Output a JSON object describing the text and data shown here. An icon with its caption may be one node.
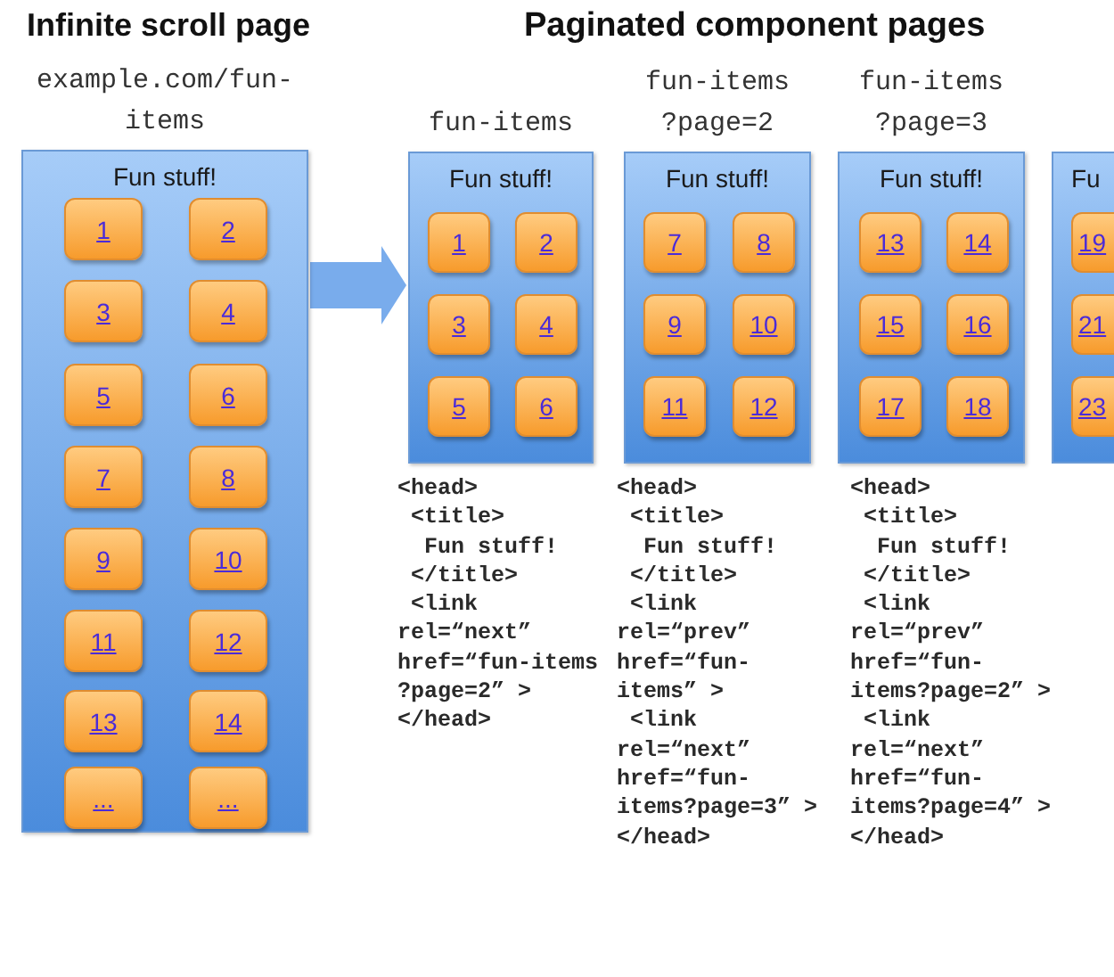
{
  "diagram": {
    "nodes": [
      {
        "text": [
          "example.com/fun-items",
          "Fun stuff!"
        ]
      },
      {
        "text": [
          "1"
        ],
        "in": 0
      },
      {
        "text": [
          "2"
        ],
        "in": 0
      },
      {
        "text": [
          "3"
        ],
        "in": 0
      },
      {
        "text": [
          "4"
        ],
        "in": 0
      },
      {
        "text": [
          "5"
        ],
        "in": 0
      },
      {
        "text": [
          "6"
        ],
        "in": 0
      },
      {
        "text": [
          "7"
        ],
        "in": 0
      },
      {
        "text": [
          "8"
        ],
        "in": 0
      },
      {
        "text": [
          "9"
        ],
        "in": 0
      },
      {
        "text": [
          "10"
        ],
        "in": 0
      },
      {
        "text": [
          "11"
        ],
        "in": 0
      },
      {
        "text": [
          "12"
        ],
        "in": 0
      },
      {
        "text": [
          "13"
        ],
        "in": 0
      },
      {
        "text": [
          "14"
        ],
        "in": 0
      },
      {
        "text": [
          "..."
        ],
        "in": 0
      },
      {
        "text": [
          "..."
        ],
        "in": 0
      },
      {
        "text": [
          "fun-items",
          "Fun stuff!"
        ],
        "beside": [
          "<head>",
          "<title>",
          "Fun stuff!",
          "</title>",
          "<link",
          "rel=“next”",
          "href=“fun-items",
          "?page=2” >",
          "</head>"
        ]
      },
      {
        "text": [
          "1"
        ],
        "in": 17
      },
      {
        "text": [
          "2"
        ],
        "in": 17
      },
      {
        "text": [
          "3"
        ],
        "in": 17
      },
      {
        "text": [
          "4"
        ],
        "in": 17
      },
      {
        "text": [
          "5"
        ],
        "in": 17
      },
      {
        "text": [
          "6"
        ],
        "in": 17
      },
      {
        "text": [
          "fun-items ?page=2",
          "Fun stuff!"
        ],
        "beside": [
          "<head>",
          "<title>",
          "Fun stuff!",
          "</title>",
          "<link",
          "rel=“prev”",
          "href=“fun-",
          "items” >",
          "<link",
          "rel=“next”",
          "href=“fun-",
          "items?page=3” >",
          "</head>"
        ]
      },
      {
        "text": [
          "7"
        ],
        "in": 24
      },
      {
        "text": [
          "8"
        ],
        "in": 24
      },
      {
        "text": [
          "9"
        ],
        "in": 24
      },
      {
        "text": [
          "10"
        ],
        "in": 24
      },
      {
        "text": [
          "11"
        ],
        "in": 24
      },
      {
        "text": [
          "12"
        ],
        "in": 24
      },
      {
        "text": [
          "fun-items ?page=3",
          "Fun stuff!"
        ],
        "beside": [
          "<head>",
          "<title>",
          "Fun stuff!",
          "</title>",
          "<link",
          "rel=“prev”",
          "href=“fun-",
          "items?page=2” >",
          "<link",
          "rel=“next”",
          "href=“fun-",
          "items?page=4” >",
          "</head>"
        ]
      },
      {
        "text": [
          "13"
        ],
        "in": 31
      },
      {
        "text": [
          "14"
        ],
        "in": 31
      },
      {
        "text": [
          "15"
        ],
        "in": 31
      },
      {
        "text": [
          "16"
        ],
        "in": 31
      },
      {
        "text": [
          "17"
        ],
        "in": 31
      },
      {
        "text": [
          "18"
        ],
        "in": 31
      },
      {
        "text": [
          "Fu"
        ]
      },
      {
        "text": [
          "19"
        ],
        "in": 38
      },
      {
        "text": [
          "21"
        ],
        "in": 38
      },
      {
        "text": [
          "23"
        ],
        "in": 38
      }
    ],
    "edges": [
      {
        "from": 0,
        "to": 17,
        "arrow": "to"
      }
    ],
    "labels": [
      "Infinite scroll page",
      "Paginated component pages"
    ]
  }
}
